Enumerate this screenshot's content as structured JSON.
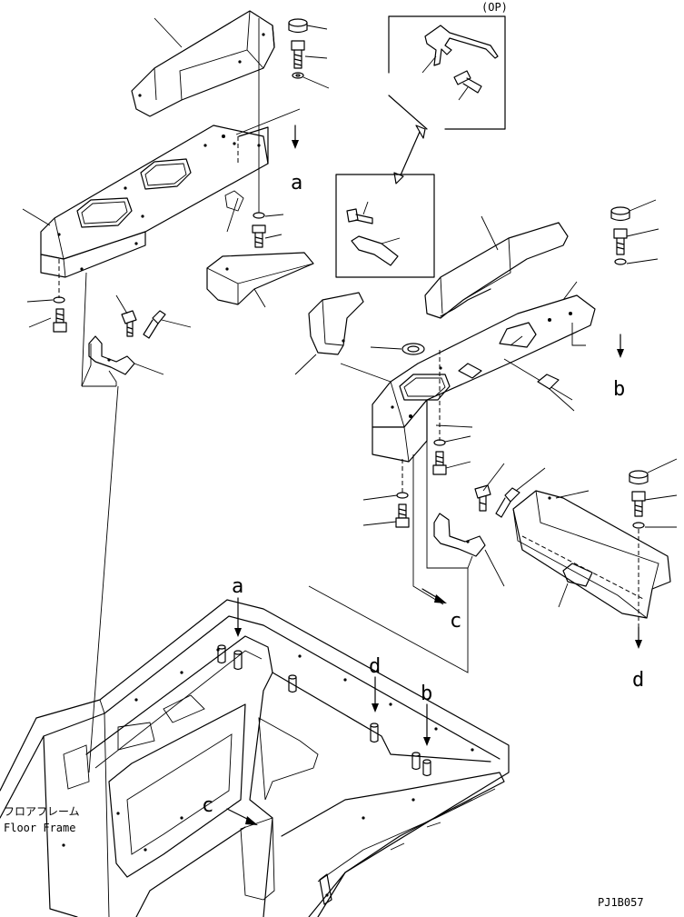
{
  "option_label": "(OP)",
  "arrow_labels": {
    "a_upper": "a",
    "b_upper": "b",
    "c_upper": "c",
    "d_upper": "d",
    "a_lower": "a",
    "b_lower": "b",
    "c_lower": "c",
    "d_lower": "d"
  },
  "floor_frame_label_jp": "フロアフレーム",
  "floor_frame_label_en": "Floor Frame",
  "drawing_code": "PJ1B057"
}
